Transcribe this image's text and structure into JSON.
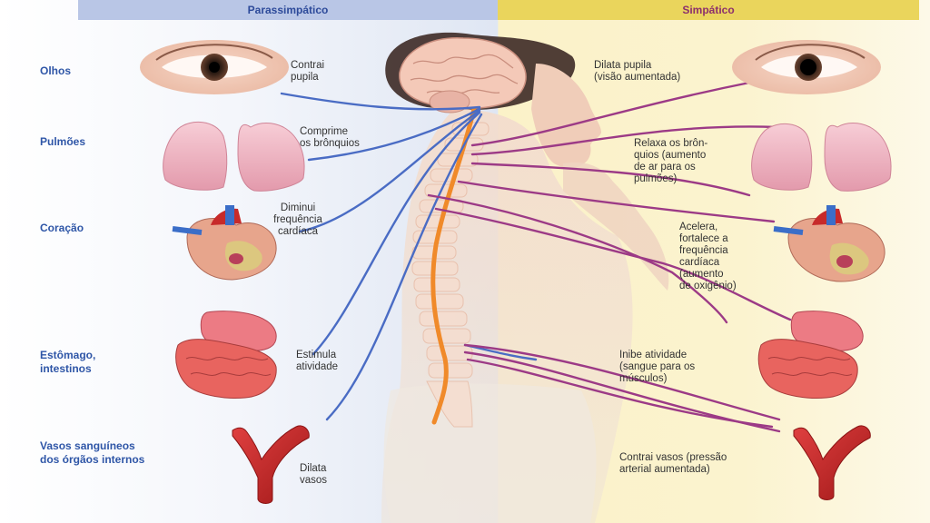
{
  "headers": {
    "parasympathetic": "Parassimpático",
    "sympathetic": "Simpático"
  },
  "organs": [
    {
      "label_lines": [
        "Olhos"
      ]
    },
    {
      "label_lines": [
        "Pulmões"
      ]
    },
    {
      "label_lines": [
        "Coração"
      ]
    },
    {
      "label_lines": [
        "Estômago,",
        "intestinos"
      ]
    },
    {
      "label_lines": [
        "Vasos sanguíneos",
        "dos órgãos internos"
      ]
    }
  ],
  "parasympathetic_effects": [
    [
      "Contrai",
      "pupila"
    ],
    [
      "Comprime",
      "os brônquios"
    ],
    [
      "Diminui",
      "frequência",
      "cardíaca"
    ],
    [
      "Estimula",
      "atividade"
    ],
    [
      "Dilata",
      "vasos"
    ]
  ],
  "sympathetic_effects": [
    [
      "Dilata pupila",
      "(visão aumentada)"
    ],
    [
      "Relaxa os brôn-",
      "quios (aumento",
      "de ar para os",
      "pulmões)"
    ],
    [
      "Acelera,",
      "fortalece a",
      "frequência",
      "cardíaca",
      "(aumento",
      "de oxigênio)"
    ],
    [
      "Inibe atividade",
      "(sangue para os",
      "músculos)"
    ],
    [
      "Contrai vasos (pressão",
      "arterial aumentada)"
    ]
  ],
  "colors": {
    "parasympathetic_nerve": "#4a6cc4",
    "sympathetic_nerve": "#9c3a86",
    "spine": "#f08a2a"
  }
}
